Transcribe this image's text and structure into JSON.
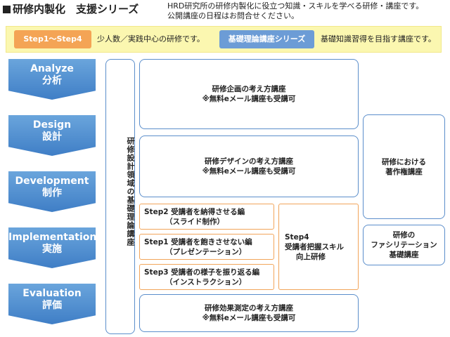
{
  "header": {
    "title": "研修内製化　支援シリーズ",
    "intro_line1": "HRD研究所の研修内製化に役立つ知識・スキルを学べる研修・講座です。",
    "intro_line2": "公開講座の日程はお問合せください。"
  },
  "legend": {
    "step_badge": "Step1～Step4",
    "step_text": "少人数／実践中心の研修です。",
    "basic_badge": "基礎理論講座シリーズ",
    "basic_text": "基礎知識習得を目指す講座です。"
  },
  "phases": [
    {
      "en": "Analyze",
      "ja": "分析"
    },
    {
      "en": "Design",
      "ja": "設計"
    },
    {
      "en": "Development",
      "ja": "制作"
    },
    {
      "en": "Implementation",
      "ja": "実施"
    },
    {
      "en": "Evaluation",
      "ja": "評価"
    }
  ],
  "vertical_course": "研修設計領域の基礎理論講座",
  "courses": {
    "plan_title": "研修企画の考え方講座",
    "plan_note": "※無料eメール講座も受講可",
    "design_title": "研修デザインの考え方講座",
    "design_note": "※無料eメール講座も受講可",
    "step2_l1": "Step2 受講者を納得させる編",
    "step2_l2": "（スライド制作）",
    "step1_l1": "Step1 受講者を飽きさせない編",
    "step1_l2": "（プレゼンテーション）",
    "step3_l1": "Step3 受講者の様子を振り返る編",
    "step3_l2": "（インストラクション）",
    "step4_l1": "Step4",
    "step4_l2": "受講者把握スキル",
    "step4_l3": "向上研修",
    "eval_title": "研修効果測定の考え方講座",
    "eval_note": "※無料eメール講座も受講可",
    "copyright_l1": "研修における",
    "copyright_l2": "著作権講座",
    "facil_l1": "研修の",
    "facil_l2": "ファシリテーション",
    "facil_l3": "基礎講座"
  },
  "colors": {
    "phase_blue": "#4a8ad0",
    "box_blue_border": "#5b8ecb",
    "step_orange": "#f4a455",
    "basic_blue": "#6c9cd6",
    "legend_bg": "#fbf7b0"
  }
}
